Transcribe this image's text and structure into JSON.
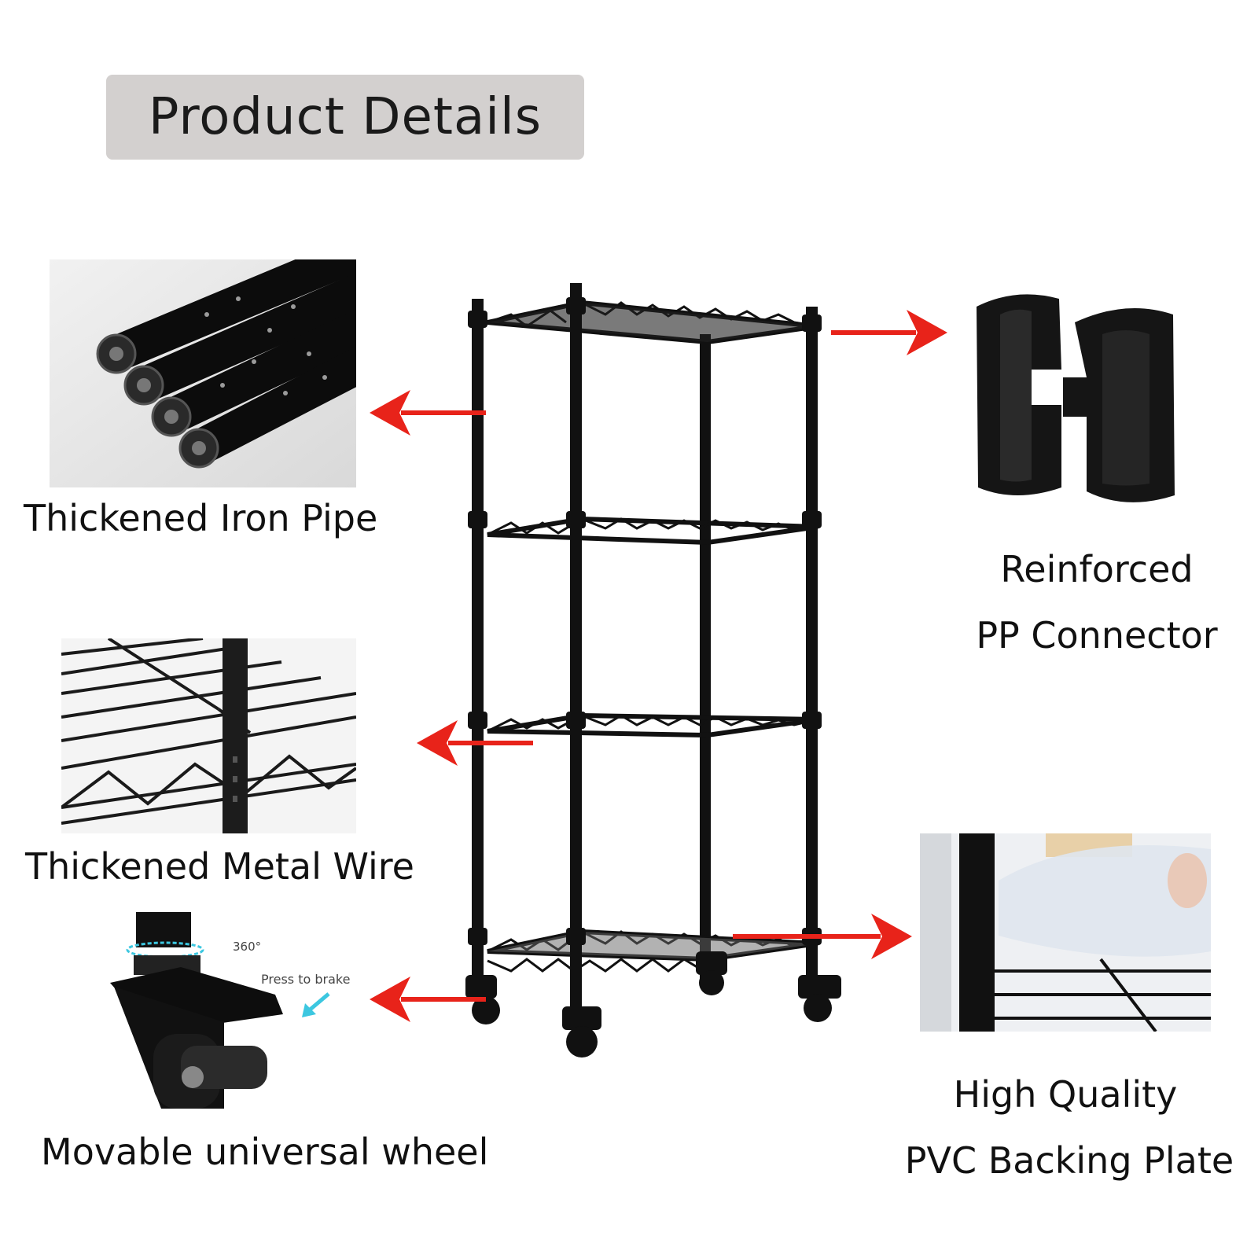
{
  "header": {
    "title": "Product Details"
  },
  "features": {
    "iron_pipe": "Thickened Iron Pipe",
    "metal_wire": "Thickened Metal Wire",
    "wheel": "Movable universal wheel",
    "connector_line1": "Reinforced",
    "connector_line2": "PP Connector",
    "backing_line1": "High Quality",
    "backing_line2": "PVC Backing Plate"
  },
  "wheel_callouts": {
    "rotation": "360°",
    "brake": "Press to brake"
  },
  "colors": {
    "arrow": "#e8231a",
    "title_bg": "#d3d0cf",
    "rack": "#111111"
  }
}
